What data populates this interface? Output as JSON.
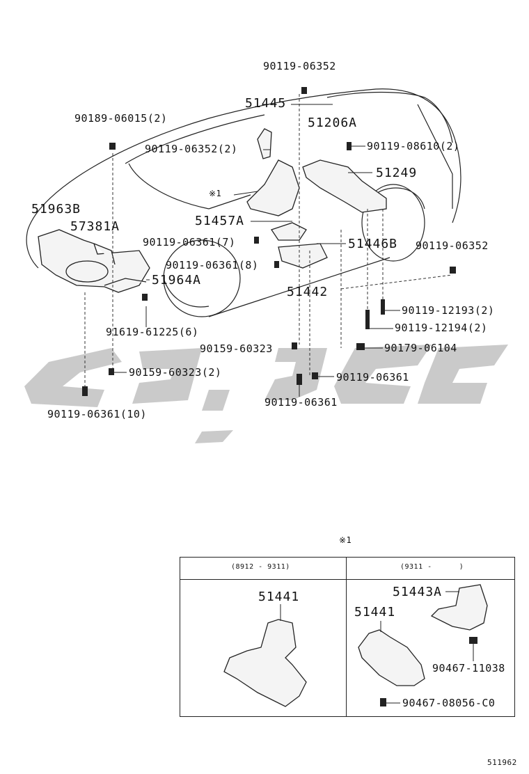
{
  "labels": {
    "top_clip": "90119-06352",
    "part_51445": "51445",
    "part_51206A": "51206A",
    "bolt_90189": "90189-06015(2)",
    "bolt_90119_06352_2": "90119-06352(2)",
    "bolt_90119_08610": "90119-08610(2)",
    "part_51249": "51249",
    "ref_mark_1": "※1",
    "part_51963B": "51963B",
    "part_57381A": "57381A",
    "part_51457A": "51457A",
    "bolt_90119_06361_7": "90119-06361(7)",
    "part_51446B": "51446B",
    "bolt_90119_06352_r": "90119-06352",
    "bolt_90119_06361_8": "90119-06361(8)",
    "part_51964A": "51964A",
    "part_51442": "51442",
    "bolt_90119_12193": "90119-12193(2)",
    "bolt_90119_12194": "90119-12194(2)",
    "bolt_91619": "91619-61225(6)",
    "bolt_90159_60323": "90159-60323",
    "nut_90179": "90179-06104",
    "bolt_90159_60323_2": "90159-60323(2)",
    "bolt_90119_06361_r": "90119-06361",
    "bolt_90119_06361_10": "90119-06361(10)",
    "bolt_90119_06361_b": "90119-06361"
  },
  "inset": {
    "ref_mark": "※1",
    "left_header": "(8912 - 9311)",
    "right_header": "(9311 -      )",
    "left_part": "51441",
    "right_part_a": "51443A",
    "right_part_b": "51441",
    "right_clip": "90467-11038",
    "right_bolt": "90467-08056-C0"
  },
  "footer": {
    "diagram_id": "511962"
  }
}
